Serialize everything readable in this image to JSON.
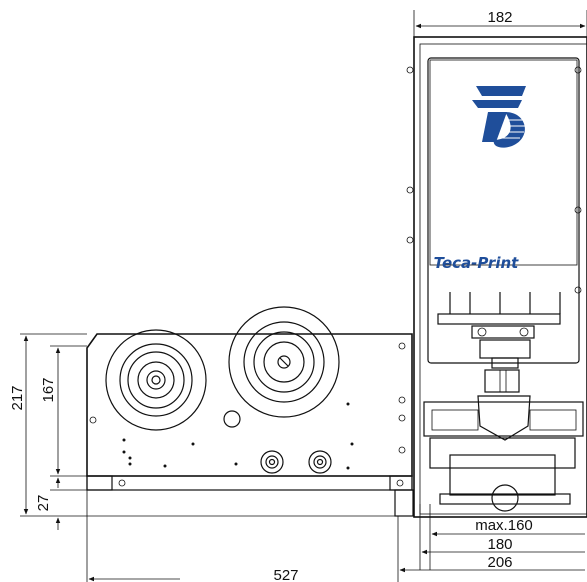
{
  "brand": {
    "name": "Teca-Print",
    "logo_color": "#1f4e9a"
  },
  "dimensions": {
    "top_width": "182",
    "total_height": "217",
    "body_height": "167",
    "base_height": "27",
    "max_print": "max.160",
    "base_width": "180",
    "total_depth": "206",
    "total_length": "527"
  }
}
